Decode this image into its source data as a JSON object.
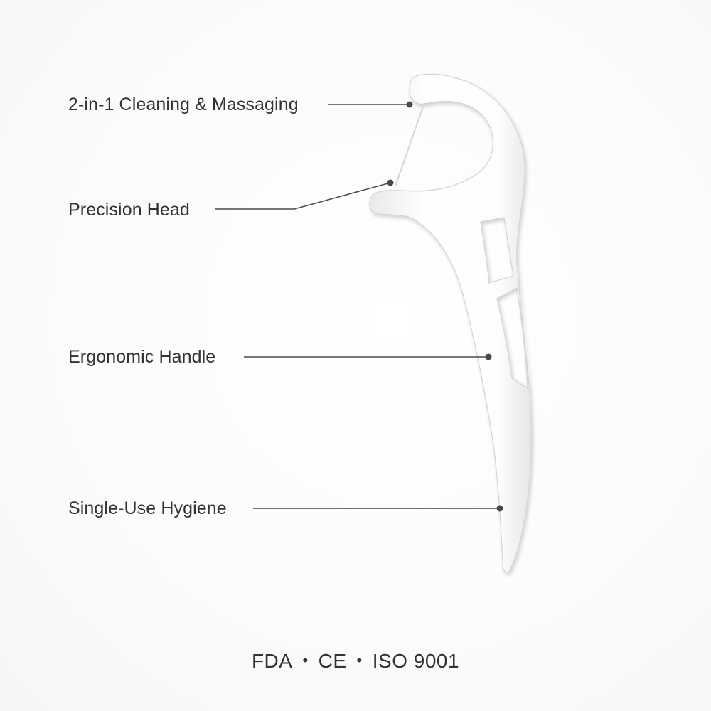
{
  "callouts": [
    {
      "label": "2-in-1 Cleaning & Massaging"
    },
    {
      "label": "Precision Head"
    },
    {
      "label": "Ergonomic Handle"
    },
    {
      "label": "Single-Use Hygiene"
    }
  ],
  "certifications": [
    "FDA",
    "CE",
    "ISO 9001"
  ],
  "separator": "•",
  "colors": {
    "background": "#ffffff",
    "text": "#333333",
    "leader_line": "#444444",
    "product_body": "#ffffff",
    "product_shadow": "#d9d9d9"
  }
}
